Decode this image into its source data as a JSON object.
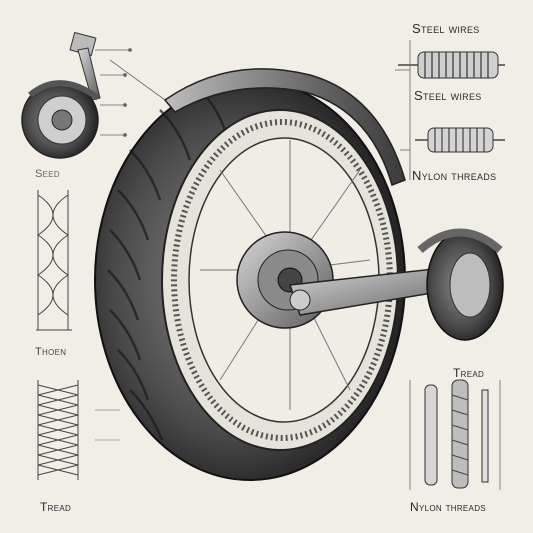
{
  "labels": {
    "steel_wires_1": "Steel wires",
    "steel_wires_2": "Steel wires",
    "nylon_threads_1": "Nylon threads",
    "seed": "Seed",
    "thoen": "Thoen",
    "tread_right": "Tread",
    "tread_left": "Tread",
    "nylon_threads_2": "Nylon threads"
  },
  "colors": {
    "ink": "#2a2a2a",
    "paper": "#f1eee6",
    "tire": "#3a3a3a",
    "metal": "#9a9a9a"
  }
}
